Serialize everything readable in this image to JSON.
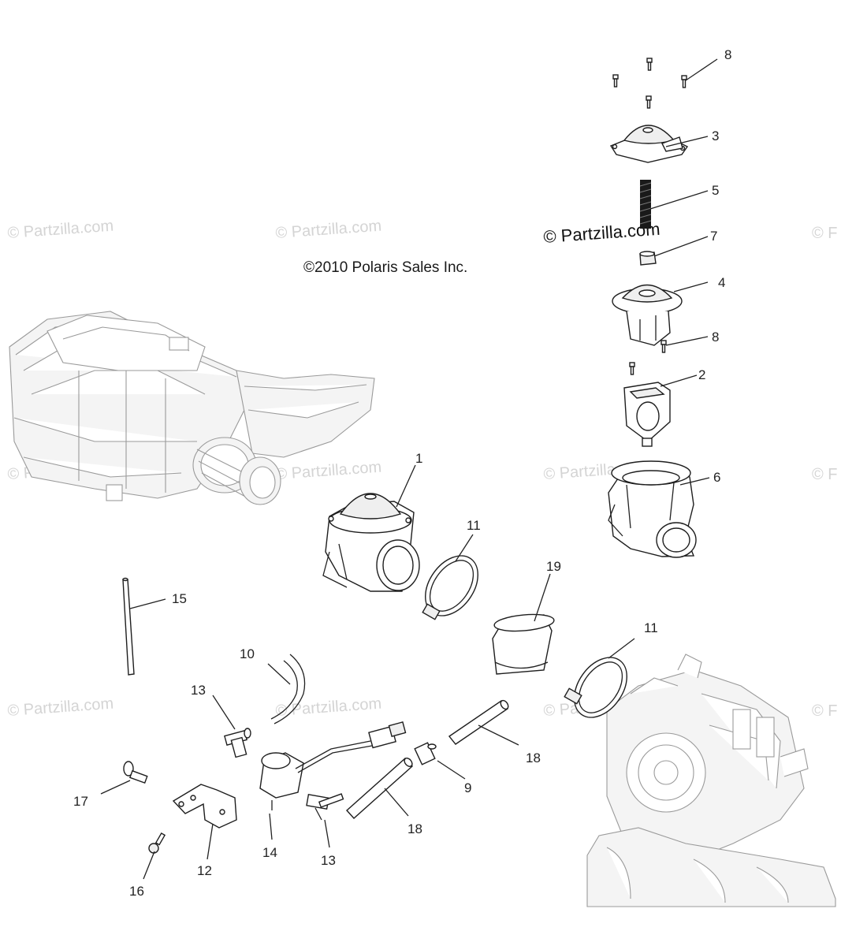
{
  "copyright_notice": "©2010  Polaris Sales Inc.",
  "site_watermark": "© Partzilla.com",
  "watermark_partial": "© F",
  "callouts": [
    {
      "id": "c1",
      "label": "1"
    },
    {
      "id": "c2",
      "label": "2"
    },
    {
      "id": "c3",
      "label": "3"
    },
    {
      "id": "c4",
      "label": "4"
    },
    {
      "id": "c5",
      "label": "5"
    },
    {
      "id": "c6",
      "label": "6"
    },
    {
      "id": "c7",
      "label": "7"
    },
    {
      "id": "c8a",
      "label": "8"
    },
    {
      "id": "c8b",
      "label": "8"
    },
    {
      "id": "c9",
      "label": "9"
    },
    {
      "id": "c10",
      "label": "10"
    },
    {
      "id": "c11a",
      "label": "11"
    },
    {
      "id": "c11b",
      "label": "11"
    },
    {
      "id": "c12",
      "label": "12"
    },
    {
      "id": "c13a",
      "label": "13"
    },
    {
      "id": "c13b",
      "label": "13"
    },
    {
      "id": "c14",
      "label": "14"
    },
    {
      "id": "c15",
      "label": "15"
    },
    {
      "id": "c16",
      "label": "16"
    },
    {
      "id": "c17",
      "label": "17"
    },
    {
      "id": "c18a",
      "label": "18"
    },
    {
      "id": "c18b",
      "label": "18"
    },
    {
      "id": "c19",
      "label": "19"
    }
  ]
}
